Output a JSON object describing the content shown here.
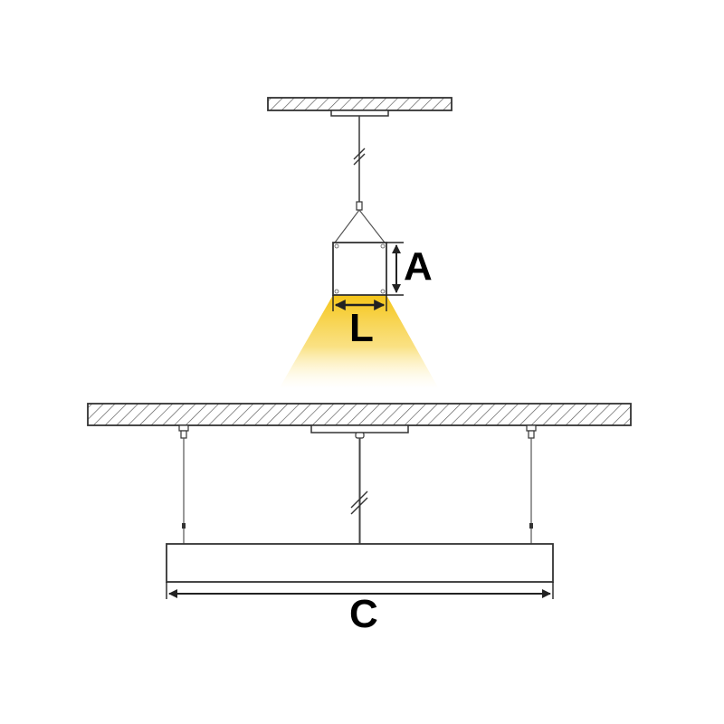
{
  "colors": {
    "stroke": "#333333",
    "hatch": "#555555",
    "light": "#f5c518",
    "background": "#ffffff"
  },
  "labels": {
    "height": "A",
    "width": "L",
    "length": "C"
  }
}
